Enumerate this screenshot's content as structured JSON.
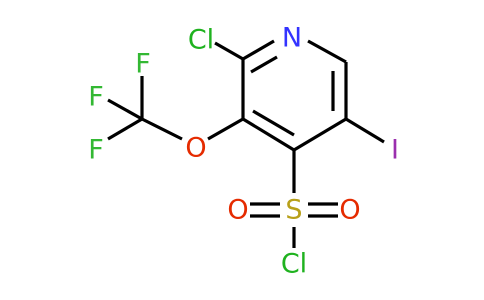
{
  "molecule": {
    "atoms": [
      {
        "id": "Cl1",
        "label": "Cl",
        "color": "#1fb21f"
      },
      {
        "id": "N1",
        "label": "N",
        "color": "#3333ff"
      },
      {
        "id": "O1",
        "label": "O",
        "color": "#e52b00"
      },
      {
        "id": "F1",
        "label": "F",
        "color": "#33b833"
      },
      {
        "id": "F2",
        "label": "F",
        "color": "#33b833"
      },
      {
        "id": "F3",
        "label": "F",
        "color": "#33b833"
      },
      {
        "id": "I1",
        "label": "I",
        "color": "#9b2fae"
      },
      {
        "id": "S1",
        "label": "S",
        "color": "#b8a01a"
      },
      {
        "id": "O2",
        "label": "O",
        "color": "#e52b00"
      },
      {
        "id": "O3",
        "label": "O",
        "color": "#e52b00"
      },
      {
        "id": "Cl2",
        "label": "Cl",
        "color": "#1fb21f"
      }
    ],
    "bond_color": "#000000"
  }
}
